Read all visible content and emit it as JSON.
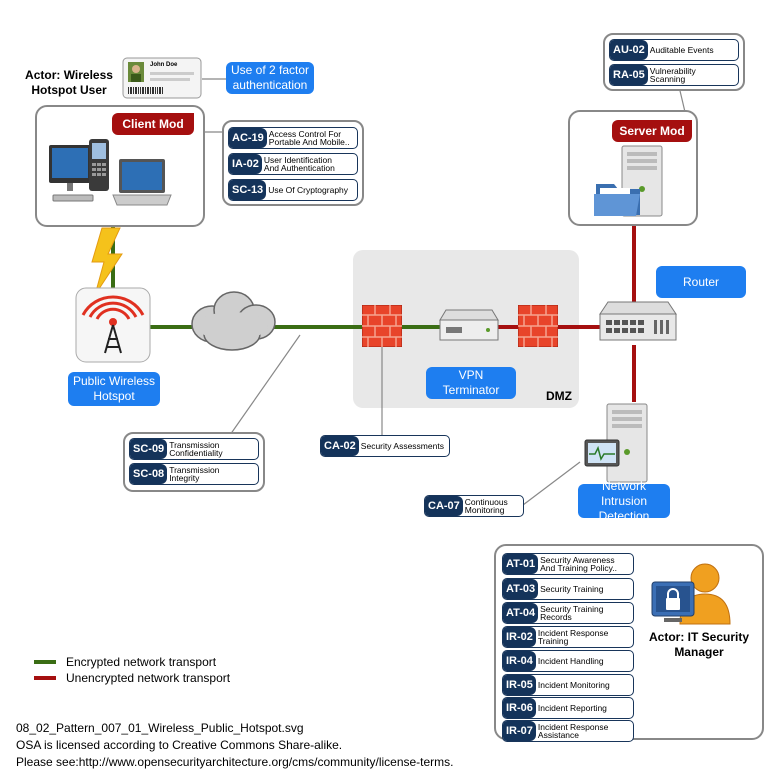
{
  "actors": {
    "wireless_user": "Actor: Wireless\nHotspot User",
    "it_security_manager": "Actor:  IT Security\nManager"
  },
  "id_card": {
    "name": "John Doe"
  },
  "boxes": {
    "two_factor": "Use of 2 factor\nauthentication",
    "router": "Router",
    "public_hotspot": "Public Wireless\nHotspot",
    "vpn_terminator": "VPN\nTerminator",
    "nids": "Network Intrusion\nDetection"
  },
  "tags": {
    "client_mod": "Client Mod",
    "server_mod": "Server Mod",
    "dmz": "DMZ"
  },
  "controls": {
    "client": [
      {
        "code": "AC-19",
        "desc": "Access Control For\nPortable And Mobile.."
      },
      {
        "code": "IA-02",
        "desc": "User Identification\nAnd Authentication"
      },
      {
        "code": "SC-13",
        "desc": "Use Of Cryptography"
      }
    ],
    "server": [
      {
        "code": "AU-02",
        "desc": "Auditable Events"
      },
      {
        "code": "RA-05",
        "desc": "Vulnerability\nScanning"
      }
    ],
    "transmission": [
      {
        "code": "SC-09",
        "desc": "Transmission\nConfidentiality"
      },
      {
        "code": "SC-08",
        "desc": "Transmission\nIntegrity"
      }
    ],
    "firewall": {
      "code": "CA-02",
      "desc": "Security Assessments"
    },
    "monitoring": {
      "code": "CA-07",
      "desc": "Continuous\nMonitoring"
    },
    "manager": [
      {
        "code": "AT-01",
        "desc": "Security Awareness\nAnd Training Policy.."
      },
      {
        "code": "AT-03",
        "desc": "Security Training"
      },
      {
        "code": "AT-04",
        "desc": "Security Training\nRecords"
      },
      {
        "code": "IR-02",
        "desc": "Incident Response\nTraining"
      },
      {
        "code": "IR-04",
        "desc": "Incident Handling"
      },
      {
        "code": "IR-05",
        "desc": "Incident Monitoring"
      },
      {
        "code": "IR-06",
        "desc": "Incident Reporting"
      },
      {
        "code": "IR-07",
        "desc": "Incident Response\nAssistance"
      }
    ]
  },
  "legend": {
    "encrypted": "Encrypted network transport",
    "unencrypted": "Unencrypted network transport",
    "encrypted_color": "#3a6d14",
    "unencrypted_color": "#a50f0f"
  },
  "footer": {
    "line1": "08_02_Pattern_007_01_Wireless_Public_Hotspot.svg",
    "line2": "OSA is licensed according to Creative Commons Share-alike.",
    "line3": "Please see:http://www.opensecurityarchitecture.org/cms/community/license-terms."
  }
}
